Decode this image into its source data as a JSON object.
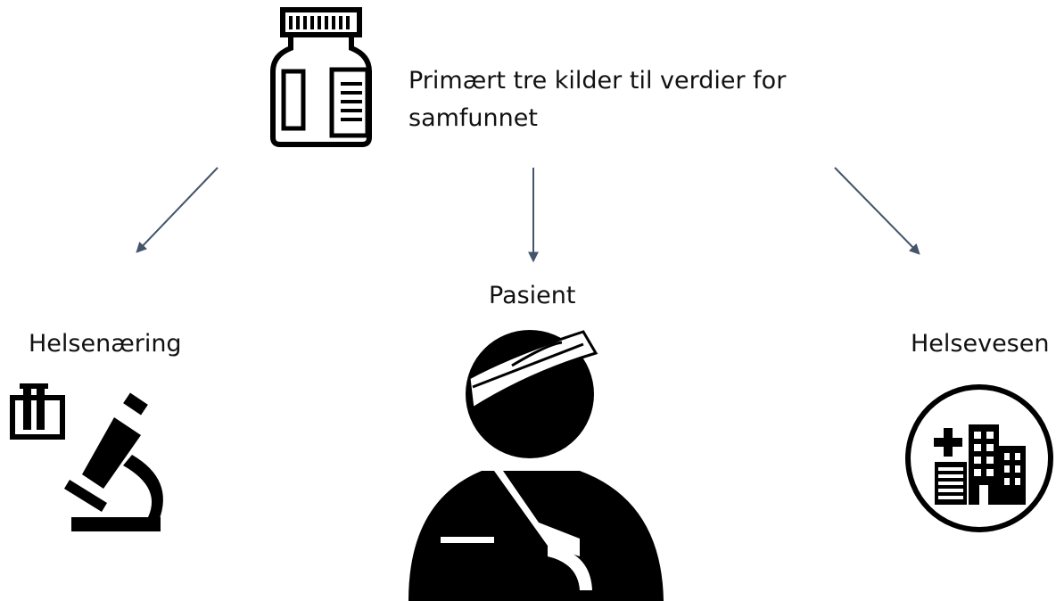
{
  "title": {
    "line1": "Primært tre kilder til verdier for",
    "line2": "samfunnet"
  },
  "nodes": [
    {
      "label": "Pasient",
      "icon": "injured-patient-icon"
    },
    {
      "label": "Helsenæring",
      "icon": "microscope-icon"
    },
    {
      "label": "Helsevesen",
      "icon": "hospital-icon"
    }
  ],
  "source_icon": "medicine-bottle-icon",
  "colors": {
    "arrow": "#44546A",
    "icon": "#000000",
    "text": "#111111"
  }
}
